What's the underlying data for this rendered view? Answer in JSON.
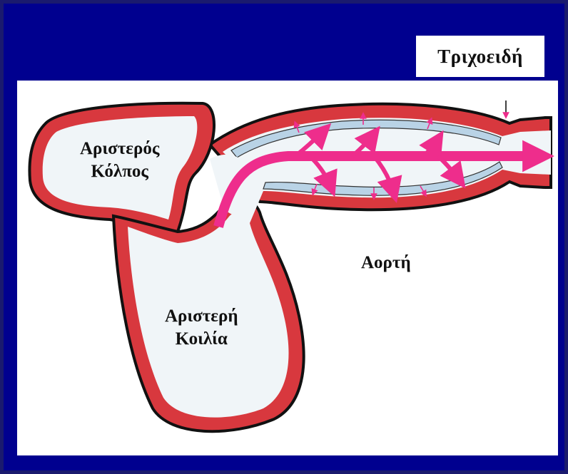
{
  "title_box": {
    "text": "Τριχοειδή"
  },
  "labels": {
    "left_atrium": [
      "Αριστερός",
      "Κόλπος"
    ],
    "left_ventricle": [
      "Αριστερή",
      "Κοιλία"
    ],
    "aorta": "Αορτή"
  },
  "colors": {
    "background": "#00008f",
    "panel": "#ffffff",
    "wall": "#d8383e",
    "outline": "#111111",
    "lumen": "#f0f5f8",
    "capillary": "#b9d3e6",
    "flow": "#ee2d8c"
  },
  "icons": {
    "flow": "arrow-icon",
    "marker": "down-arrow-icon"
  }
}
